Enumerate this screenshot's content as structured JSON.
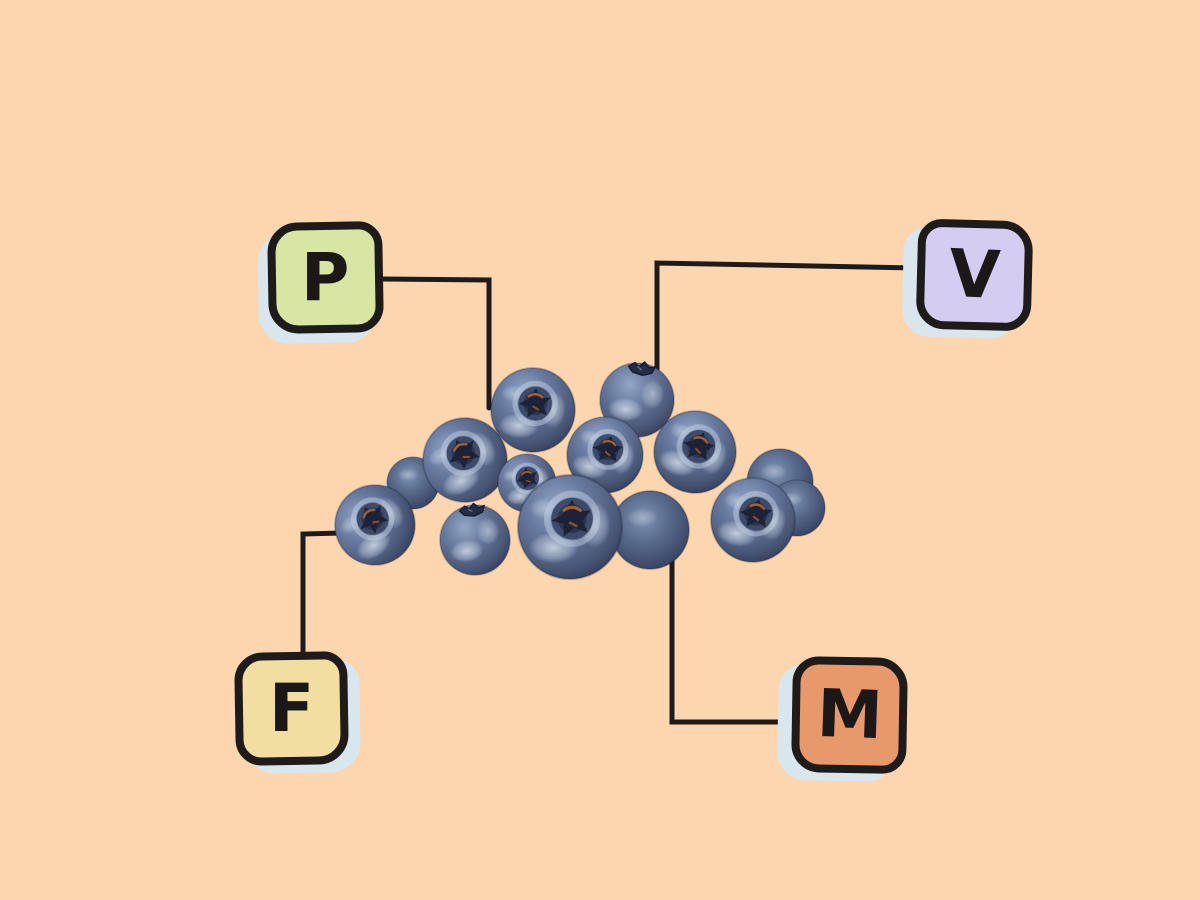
{
  "background_color": "#FBD6AE",
  "colors": {
    "background": "#FBD6AE",
    "line": "#201B1B",
    "shadow": "#D9E6EE",
    "letter": "#1C1818"
  },
  "illustration": {
    "name": "blueberries",
    "alt": "pile of blueberries"
  },
  "nodes": [
    {
      "label": "P",
      "color": "#D8E5A3",
      "position": "top-left"
    },
    {
      "label": "V",
      "color": "#D5CDF1",
      "position": "top-right"
    },
    {
      "label": "F",
      "color": "#F2DEA0",
      "position": "bottom-left"
    },
    {
      "label": "M",
      "color": "#E8996C",
      "position": "bottom-right"
    }
  ]
}
